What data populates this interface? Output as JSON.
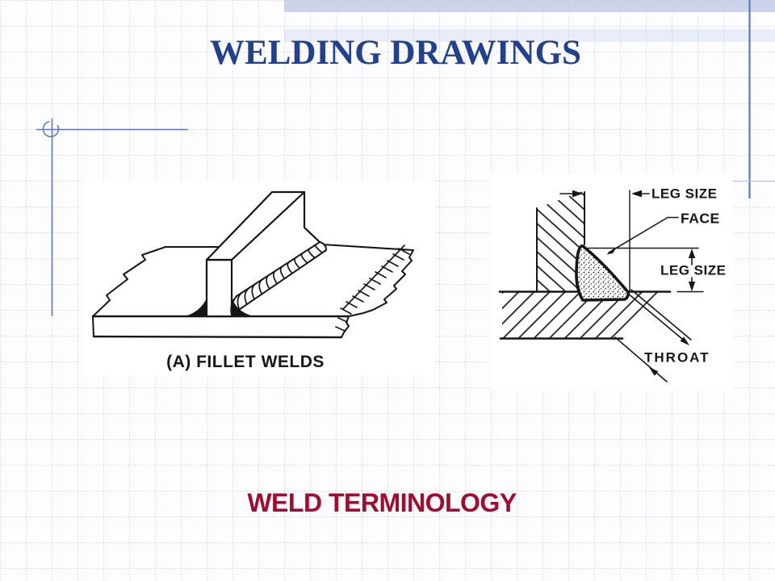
{
  "slide": {
    "title": "WELDING DRAWINGS",
    "footer_heading": "WELD TERMINOLOGY",
    "colors": {
      "title-color": "#21418f",
      "footer-color": "#a30d2d",
      "ink": "#161616",
      "grid": "#b7c0dd",
      "ornament": "#5d77bf",
      "band-strong": "#ccd4eb",
      "band-light": "#e9edf7",
      "paper": "#fdfdff"
    }
  },
  "fillet_figure": {
    "caption": "(A) FILLET WELDS"
  },
  "terminology_figure": {
    "labels": {
      "leg_size_top": "LEG SIZE",
      "face": "FACE",
      "leg_size_right": "LEG SIZE",
      "throat": "THROAT"
    }
  }
}
